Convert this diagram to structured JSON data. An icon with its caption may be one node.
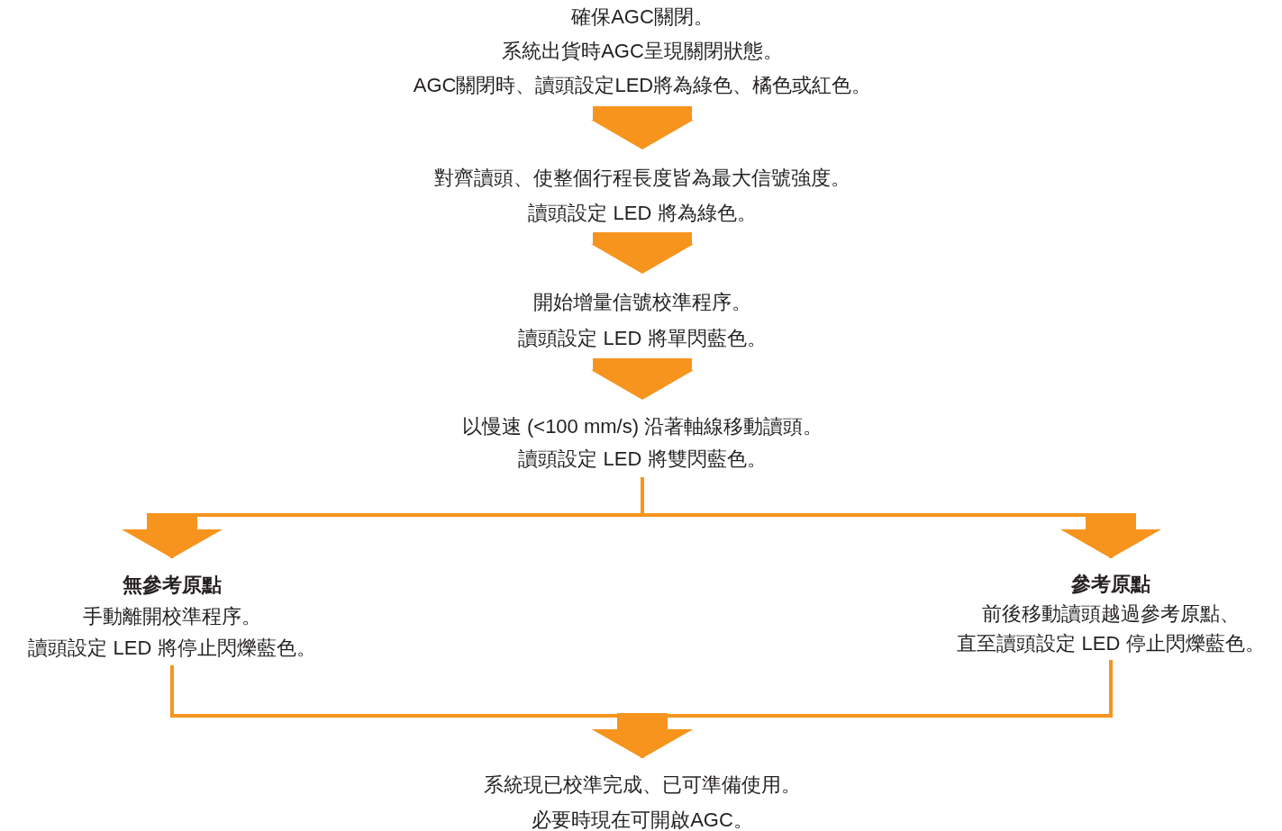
{
  "diagram": {
    "nodes": [
      {
        "text": [
          "確保AGC關閉。",
          "系統出貨時AGC呈現關閉狀態。",
          "AGC關閉時、讀頭設定LED將為綠色、橘色或紅色。"
        ]
      },
      {
        "text": [
          "對齊讀頭、使整個行程長度皆為最大信號強度。",
          "讀頭設定 LED 將為綠色。"
        ]
      },
      {
        "text": [
          "開始增量信號校準程序。",
          "讀頭設定 LED 將單閃藍色。"
        ]
      },
      {
        "text": [
          "以慢速 (<100 mm/s) 沿著軸線移動讀頭。",
          "讀頭設定 LED 將雙閃藍色。"
        ]
      },
      {
        "text": [
          "無參考原點",
          "手動離開校準程序。",
          "讀頭設定 LED 將停止閃爍藍色。"
        ]
      },
      {
        "text": [
          "參考原點",
          "前後移動讀頭越過參考原點、直至讀頭設定 LED 停止閃爍藍色。"
        ]
      },
      {
        "text": [
          "系統現已校準完成、已可準備使用。",
          "必要時現在可開啟AGC。"
        ]
      }
    ],
    "edges": [
      {
        "from": 0,
        "to": 1,
        "arrow": "to",
        "style": "thick"
      },
      {
        "from": 1,
        "to": 2,
        "arrow": "to",
        "style": "thick"
      },
      {
        "from": 2,
        "to": 3,
        "arrow": "to",
        "style": "thick"
      },
      {
        "from": 3,
        "to": 4,
        "arrow": "to"
      },
      {
        "from": 3,
        "to": 5,
        "arrow": "to"
      },
      {
        "from": 4,
        "to": 6,
        "arrow": "to"
      },
      {
        "from": 5,
        "to": 6,
        "arrow": "to"
      }
    ]
  }
}
